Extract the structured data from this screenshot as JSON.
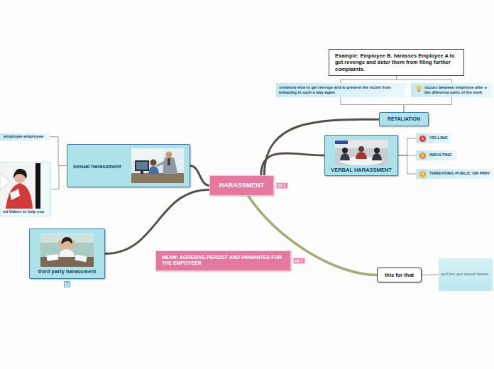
{
  "diagram": {
    "nodes": [
      {
        "text": [
          "Example: Employee B. harasses Employee A to get revenge and deter them from filing further complaints."
        ]
      },
      {
        "text": [
          "someone else to get revorge and to prevent the victim from behauing in such a way again"
        ]
      },
      {
        "text": [
          "occurs between employee after o the diferense parts of the work"
        ]
      },
      {
        "text": [
          "RETALIATION"
        ]
      },
      {
        "text": [
          "employer-employee"
        ]
      },
      {
        "text": [
          "sexual harassment"
        ]
      },
      {
        "text": [
          "VERBAL HARASSMENT"
        ]
      },
      {
        "text": [
          "YELLING"
        ]
      },
      {
        "text": [
          "INSULTING"
        ]
      },
      {
        "text": [
          "THREATING PUBLIC OR PRIV"
        ]
      },
      {
        "text": [
          "HARASSMENT"
        ]
      },
      {
        "text": [
          "nd Videos to help you"
        ]
      },
      {
        "text": [
          "third party harassment"
        ]
      },
      {
        "text": [
          "MEAN: AGRESIVE-PERSIST AND UNWANTED FOR THE EMPOYEER"
        ]
      },
      {
        "text": [
          "this for that"
        ]
      },
      {
        "text": [
          "quid pro quo sexual harass"
        ]
      }
    ],
    "edges": [
      {
        "from": 10,
        "to": 5,
        "arrow": "none"
      },
      {
        "from": 10,
        "to": 12,
        "arrow": "none"
      },
      {
        "from": 10,
        "to": 6,
        "arrow": "none"
      },
      {
        "from": 10,
        "to": 3,
        "arrow": "none"
      },
      {
        "from": 10,
        "to": 14,
        "arrow": "none"
      },
      {
        "from": 3,
        "to": 1,
        "arrow": "none"
      },
      {
        "from": 3,
        "to": 2,
        "arrow": "none"
      },
      {
        "from": 1,
        "to": 0,
        "arrow": "none"
      },
      {
        "from": 2,
        "to": 0,
        "arrow": "none"
      },
      {
        "from": 5,
        "to": 4,
        "arrow": "none"
      },
      {
        "from": 5,
        "to": 11,
        "arrow": "none"
      },
      {
        "from": 6,
        "to": 7,
        "arrow": "none"
      },
      {
        "from": 6,
        "to": 8,
        "arrow": "none"
      },
      {
        "from": 6,
        "to": 9,
        "arrow": "none"
      },
      {
        "from": 14,
        "to": 15,
        "arrow": "none"
      }
    ],
    "labels": [
      "1",
      "2",
      "3",
      "1",
      "1",
      "7"
    ]
  }
}
